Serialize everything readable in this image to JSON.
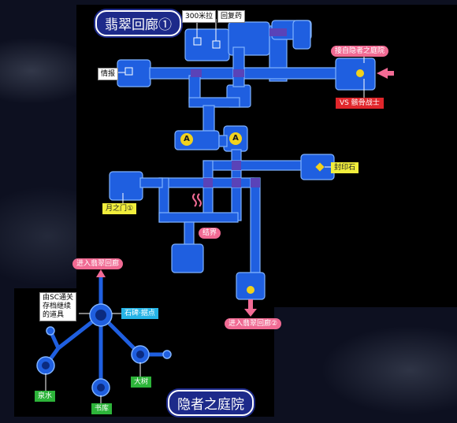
{
  "map": {
    "main_title": "翡翠回廊①",
    "sub_title": "隐者之庭院",
    "labels": {
      "money": "300米拉",
      "potion": "回复药",
      "info": "情报",
      "to_hermit": "接自隐者之庭院",
      "boss": "VS 骸骨战士",
      "seal_stone": "封印石",
      "moon_gate": "月之门①",
      "barrier": "结界",
      "to_corridor2": "进入翡翠回廊②",
      "to_corridor": "进入翡翠回廊",
      "sc_item": "由SC通关\n存档继续\n的道具",
      "save_point": "石碑·据点",
      "fountain": "泉水",
      "big_tree": "大树",
      "library": "书库"
    },
    "marker_letter": "A",
    "colors": {
      "corridor": "#1f5fe0",
      "corridor_light": "#4f8cff",
      "corridor_edge": "#7fb2ff",
      "highlight": "#5a43b8",
      "arrow_pink": "#f26b95",
      "gold": "#f2d21c"
    }
  }
}
